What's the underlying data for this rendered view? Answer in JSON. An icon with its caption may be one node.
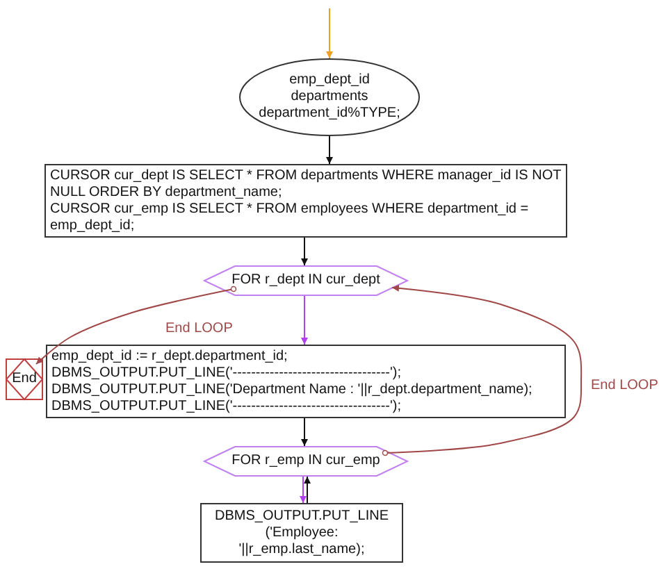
{
  "diagram": {
    "nodes": [
      {
        "text": [
          "emp_dept_id departments department_id%TYPE;"
        ]
      },
      {
        "text": [
          "CURSOR cur_dept IS SELECT * FROM departments WHERE manager_id IS NOT NULL ORDER BY department_name;",
          "CURSOR cur_emp IS SELECT * FROM employees WHERE department_id = emp_dept_id;"
        ]
      },
      {
        "text": [
          "FOR r_dept IN cur_dept"
        ]
      },
      {
        "text": [
          "End"
        ]
      },
      {
        "text": [
          "emp_dept_id := r_dept.department_id;",
          "DBMS_OUTPUT.PUT_LINE('----------------------------------');",
          "DBMS_OUTPUT.PUT_LINE('Department Name : '||r_dept.department_name);",
          "DBMS_OUTPUT.PUT_LINE('----------------------------------');"
        ]
      },
      {
        "text": [
          "FOR r_emp IN cur_emp"
        ]
      },
      {
        "text": [
          "DBMS_OUTPUT.PUT_LINE ('Employee: '||r_emp.last_name);"
        ]
      }
    ],
    "edges": [
      {
        "from": null,
        "to": 0,
        "arrow": "to",
        "color": "#f0a020"
      },
      {
        "from": 0,
        "to": 1,
        "arrow": "to"
      },
      {
        "from": 1,
        "to": 2,
        "arrow": "to"
      },
      {
        "from": 2,
        "to": 4,
        "arrow": "to",
        "color": "#b040f0"
      },
      {
        "from": 4,
        "to": 5,
        "arrow": "to"
      },
      {
        "from": 5,
        "to": 6,
        "arrow": "to",
        "color": "#b040f0"
      },
      {
        "from": 6,
        "to": 5,
        "arrow": "to"
      },
      {
        "from": 2,
        "to": 3,
        "arrow": "to",
        "color": "#a04848",
        "label": "End LOOP"
      },
      {
        "from": 5,
        "to": 2,
        "arrow": "to",
        "color": "#a04848",
        "label": "End LOOP"
      }
    ]
  }
}
